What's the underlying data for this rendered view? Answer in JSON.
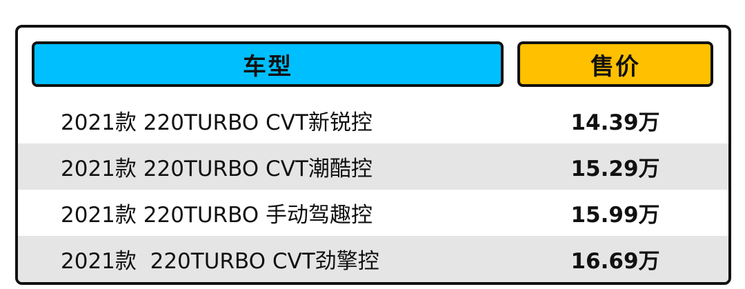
{
  "colors": {
    "model_header_bg": "#00bfff",
    "price_header_bg": "#ffc000",
    "shaded_row_bg": "#e5e5e5",
    "border": "#111111"
  },
  "table": {
    "headers": {
      "model": "车型",
      "price": "售价"
    },
    "rows": [
      {
        "model": "2021款 220TURBO CVT新锐控",
        "price": "14.39万"
      },
      {
        "model": "2021款 220TURBO CVT潮酷控",
        "price": "15.29万"
      },
      {
        "model": "2021款 220TURBO 手动驾趣控",
        "price": "15.99万"
      },
      {
        "model": "2021款  220TURBO CVT劲擎控",
        "price": "16.69万"
      }
    ]
  }
}
